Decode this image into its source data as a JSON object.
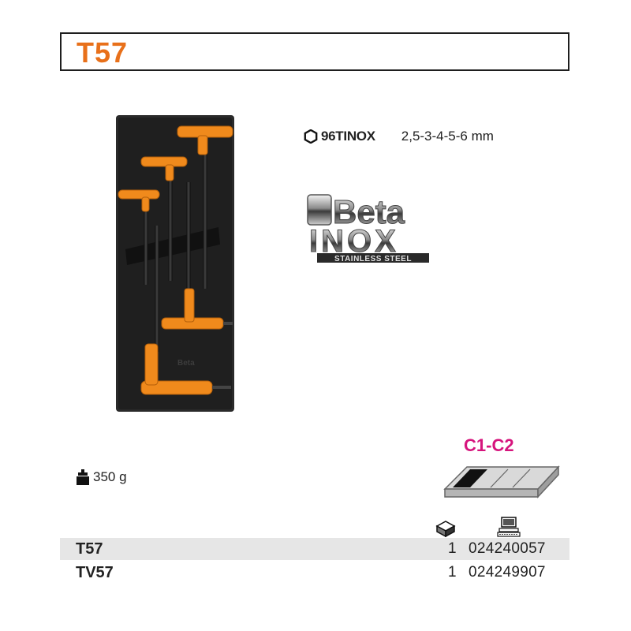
{
  "header": {
    "title": "T57"
  },
  "spec": {
    "code": "96TINOX",
    "sizes": "2,5-3-4-5-6 mm"
  },
  "logo": {
    "brand": "Beta",
    "line": "INOX",
    "tagline": "STAINLESS STEEL"
  },
  "weight": {
    "value": "350 g"
  },
  "tray": {
    "code": "C1-C2"
  },
  "table": {
    "rows": [
      {
        "code": "T57",
        "qty": "1",
        "ean": "024240057"
      },
      {
        "code": "TV57",
        "qty": "1",
        "ean": "024249907"
      }
    ]
  },
  "colors": {
    "title": "#e8701a",
    "tray_code": "#d6157d",
    "handle": "#f08a1c"
  },
  "icons": {
    "spec": "hexagon-icon",
    "weight": "weight-icon",
    "col1": "box-icon",
    "col2": "computer-icon"
  }
}
